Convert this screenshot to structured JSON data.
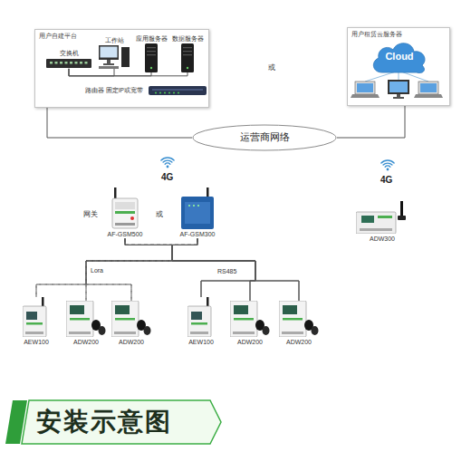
{
  "diagram": {
    "title": "安装示意图",
    "nodes": [
      {
        "text": [
          "用户自建平台"
        ]
      },
      {
        "text": [
          "交换机"
        ],
        "in": 0
      },
      {
        "text": [
          "工作站"
        ],
        "in": 0
      },
      {
        "text": [
          "应用服务器"
        ],
        "in": 0
      },
      {
        "text": [
          "数据服务器"
        ],
        "in": 0
      },
      {
        "text": [
          "路由器 固定IP或宽带"
        ],
        "in": 0
      },
      {
        "text": [
          "用户租赁云服务器"
        ]
      },
      {
        "text": [
          "Cloud"
        ],
        "in": 6
      },
      {
        "text": [
          "运营商网络"
        ]
      },
      {
        "text": [
          "AF-GSM500"
        ]
      },
      {
        "text": [
          "AF-GSM300"
        ]
      },
      {
        "text": [
          "ADW300"
        ]
      },
      {
        "text": [
          "AEW100"
        ]
      },
      {
        "text": [
          "ADW200"
        ]
      },
      {
        "text": [
          "ADW200"
        ]
      },
      {
        "text": [
          "AEW100"
        ]
      },
      {
        "text": [
          "ADW200"
        ]
      },
      {
        "text": [
          "ADW200"
        ]
      }
    ],
    "edges": [
      {
        "from": 0,
        "to": 8,
        "arrow": "none"
      },
      {
        "from": 6,
        "to": 8,
        "arrow": "none"
      },
      {
        "from": 1,
        "to": 2,
        "arrow": "none"
      },
      {
        "from": 1,
        "to": 3,
        "arrow": "none"
      },
      {
        "from": 1,
        "to": 4,
        "arrow": "none"
      },
      {
        "from": 9,
        "to": 12,
        "arrow": "none"
      },
      {
        "from": 9,
        "to": 13,
        "arrow": "none"
      },
      {
        "from": 9,
        "to": 14,
        "arrow": "none"
      },
      {
        "from": 9,
        "to": 15,
        "arrow": "none"
      },
      {
        "from": 9,
        "to": 16,
        "arrow": "none"
      },
      {
        "from": 9,
        "to": 17,
        "arrow": "none"
      },
      {
        "from": 10,
        "to": 12,
        "arrow": "none"
      },
      {
        "from": 10,
        "to": 13,
        "arrow": "none"
      },
      {
        "from": 10,
        "to": 14,
        "arrow": "none"
      },
      {
        "from": 10,
        "to": 15,
        "arrow": "none"
      },
      {
        "from": 10,
        "to": 16,
        "arrow": "none"
      },
      {
        "from": 10,
        "to": 17,
        "arrow": "none"
      }
    ],
    "labels": [
      "或",
      "4G",
      "4G",
      "网关",
      "或",
      "Lora",
      "RS485"
    ]
  }
}
